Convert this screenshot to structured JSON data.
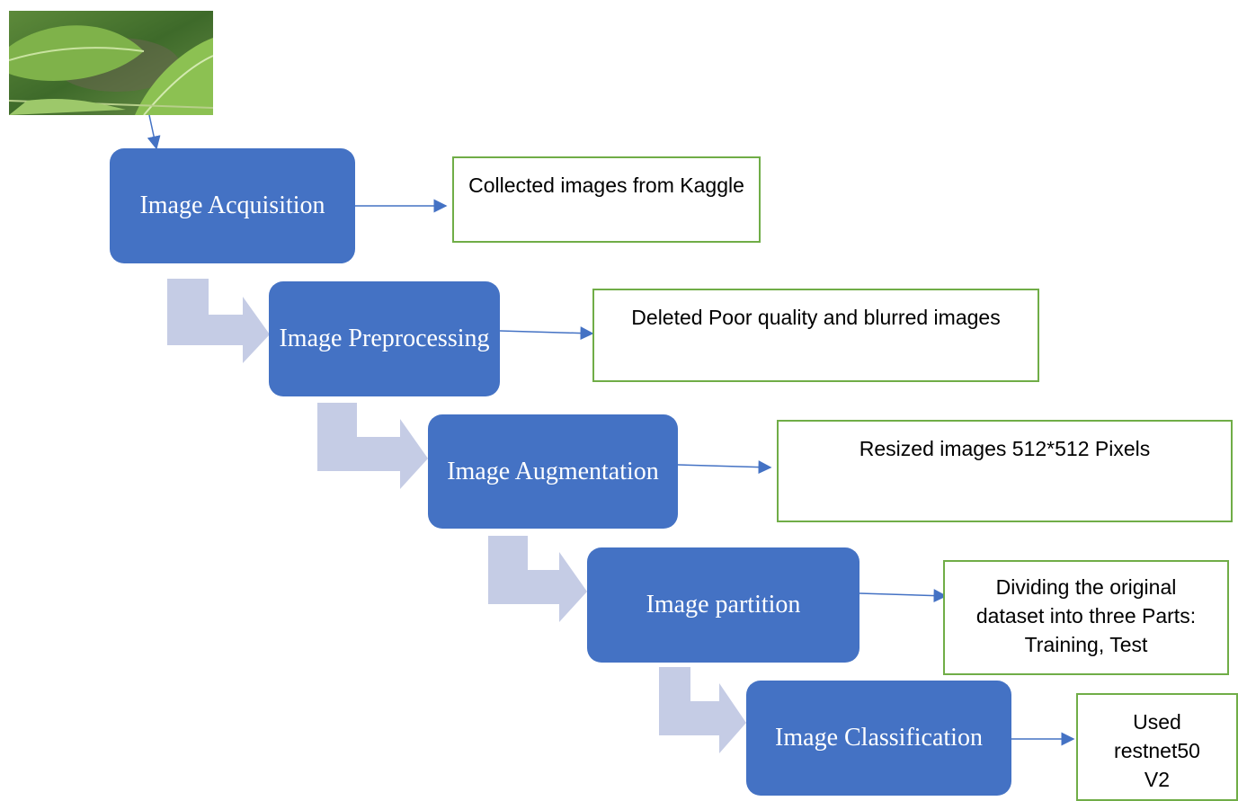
{
  "diagram": {
    "steps": [
      {
        "label": "Image Acquisition",
        "note": "Collected images from Kaggle"
      },
      {
        "label": "Image Preprocessing",
        "note": "Deleted Poor quality and blurred images"
      },
      {
        "label": "Image Augmentation",
        "note": "Resized images 512*512 Pixels"
      },
      {
        "label": "Image partition",
        "note": "Dividing the original dataset into three Parts: Training, Test"
      },
      {
        "label": "Image Classification",
        "note": "Used restnet50 V2"
      }
    ],
    "input_image": "photo-of-green-serrated-leaves",
    "colors": {
      "step_fill": "#4472c4",
      "note_border": "#70ad47",
      "flow_arrow": "#c5cce5",
      "connector": "#4472c4"
    }
  }
}
